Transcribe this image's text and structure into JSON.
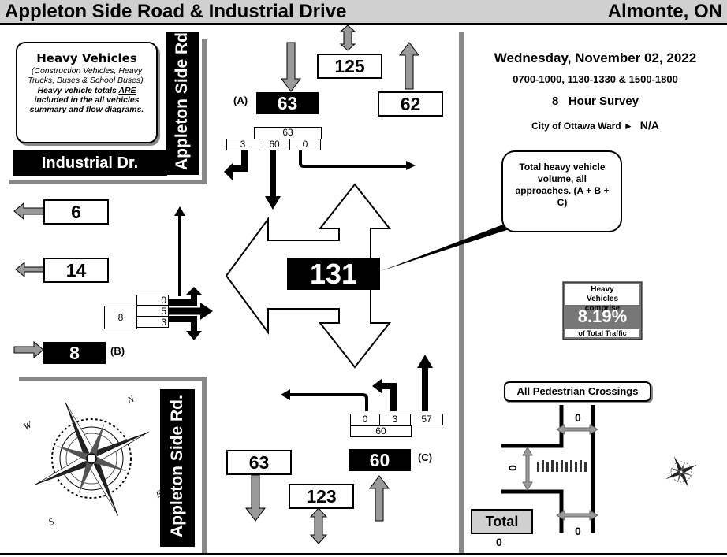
{
  "header": {
    "title": "Appleton Side Road & Industrial Drive",
    "location": "Almonte, ON"
  },
  "info": {
    "date": "Wednesday, November 02, 2022",
    "periods": "0700-1000, 1130-1330 & 1500-1800",
    "survey_hours": "8",
    "survey_label": "Hour Survey",
    "ward_label": "City of Ottawa Ward ►",
    "ward_value": "N/A"
  },
  "legend": {
    "title": "Heavy Vehicles",
    "desc": "(Construction Vehicles, Heavy Trucks, Buses & School Buses).",
    "note_pre": "Heavy vehicle totals ",
    "note_em": "ARE",
    "note_post": " included in the all vehicles summary and flow diagrams."
  },
  "streets": {
    "ns": "Appleton Side Rd.",
    "ew": "Industrial Dr."
  },
  "north": {
    "label": "(A)",
    "approach_total": "63",
    "departing": "62",
    "two_way": "125",
    "movements_total": "63",
    "right": "3",
    "through": "60",
    "left": "0"
  },
  "west": {
    "label": "(B)",
    "approach_total": "8",
    "departing": "6",
    "two_way": "14",
    "movements_total": "8",
    "top": "0",
    "mid": "5",
    "bottom": "3"
  },
  "south": {
    "label": "(C)",
    "approach_total": "60",
    "departing": "63",
    "two_way": "123",
    "movements_total": "60",
    "left": "0",
    "right": "3",
    "through": "57"
  },
  "center": {
    "total": "131"
  },
  "callout": "Total heavy vehicle volume, all approaches. (A + B + C)",
  "share": {
    "top": "Heavy Vehicles comprise",
    "value": "8.19%",
    "bottom": "of Total Traffic"
  },
  "pedestrians": {
    "title": "All Pedestrian Crossings",
    "north": "0",
    "south": "0",
    "west": "0",
    "total_label": "Total",
    "total": "0"
  },
  "compass": {
    "n": "N",
    "e": "E",
    "s": "S",
    "w": "W"
  },
  "colors": {
    "arrow_gray": "#999999",
    "arrow_dark": "#000000",
    "share_bg": "#777777",
    "header_bg": "#d0d0d0"
  }
}
